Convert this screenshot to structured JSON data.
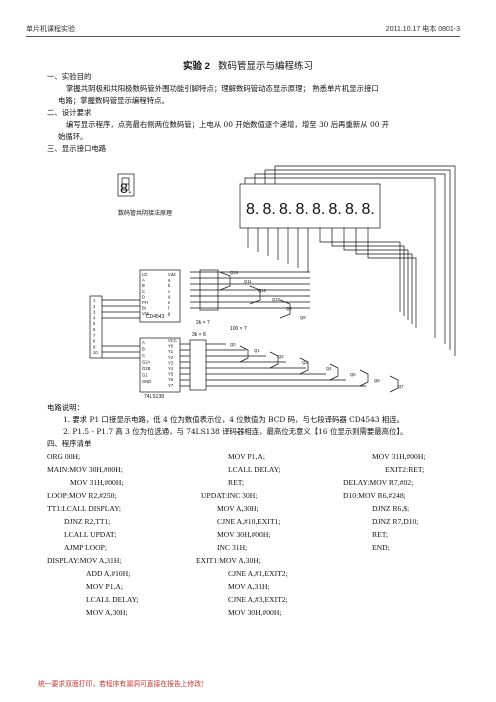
{
  "header": {
    "left": "单片机课程实验",
    "right": "2011.10.17    电本 0801-3"
  },
  "title": {
    "number": "实验 2",
    "text": "数码管显示与编程练习"
  },
  "sections": {
    "s1": "一、实验目的",
    "s1_line1": "掌握共阴极和共阳极数码管外围功能引脚特点；理解数码管动态显示原理；  熟悉单片机显示接口",
    "s1_line2": "电路；掌握数码管显示编程特点。",
    "s2": "二、设计要求",
    "s2_line1": "编写显示程序，点亮最右侧两位数码管；上电从 00 开始数值逐个递增，增至 30 后再重新从 00 开",
    "s2_line2": "始循环。",
    "s3": "三、显示接口电路",
    "circuit_note": "电路说明：",
    "note1": "1.  要求 P1 口接显示电路，低 4 位为数值表示位，4 位数值为 BCD 码，与七段译码器 CD4543 相连。",
    "note2": "2.  P1.5 - P1.7 高 3 位为位选通，与 74LS138 译码器相连，最高位无意义【16 位显示则需要最高位】。",
    "s4": "四、程序清单"
  },
  "schematic": {
    "caption": "数码管共阴接法原理",
    "chip1": "CD4543",
    "chip2": "74LS138",
    "pins1": [
      "LD",
      "A",
      "B",
      "C",
      "D",
      "PH",
      "BI",
      "Vss"
    ],
    "pins1r": [
      "Vdd",
      "a",
      "b",
      "c",
      "d",
      "e",
      "f",
      "g"
    ],
    "pins2": [
      "A",
      "B",
      "C",
      "G2A",
      "G2B",
      "G1",
      "GND"
    ],
    "pins2r": [
      "VCC",
      "Y0",
      "Y1",
      "Y2",
      "Y3",
      "Y4",
      "Y5",
      "Y6",
      "Y7"
    ],
    "res1": "2k × 7",
    "res2": "3k × 8",
    "res3": "100 × 7",
    "q_top": [
      "Q16",
      "Q11",
      "Q12",
      "Q10",
      "Q9",
      "Q8"
    ],
    "q_bot": [
      "Q0",
      "Q1",
      "Q2",
      "Q3",
      "Q4",
      "Q5",
      "Q6",
      "Q7"
    ],
    "port_nums": [
      "1",
      "2",
      "3",
      "4",
      "5",
      "6",
      "7",
      "8",
      "9",
      "10"
    ]
  },
  "code": {
    "col1": [
      "ORG 00H;",
      "MAIN:MOV 30H,#00H;",
      "MOV 31H,#00H;",
      "LOOP:MOV R2,#250;",
      "TT1:LCALL DISPLAY;",
      "DJNZ R2,TT1;",
      "LCALL UPDAT;",
      "AJMP LOOP;",
      "DISPLAY:MOV A,31H;",
      "ADD A,#10H;",
      "MOV P1,A;",
      "LCALL DELAY;",
      "MOV A,30H;"
    ],
    "col2": [
      "MOV P1,A;",
      "LCALL DELAY;",
      "RET;",
      "UPDAT:INC 30H;",
      "MOV A,30H;",
      "CJNE A,#10,EXIT1;",
      "MOV 30H,#00H;",
      "INC 31H;",
      "EXIT1:MOV A,30H;",
      "CJNE A,#1,EXIT2;",
      "MOV A,31H;",
      "CJNE A,#3,EXIT2;",
      "MOV 30H,#00H;"
    ],
    "col3": [
      "MOV 31H,#00H;",
      "EXIT2:RET;",
      "DELAY:MOV R7,#02;",
      "D10:MOV R6,#248;",
      "DJNZ R6,$;",
      "DJNZ R7,D10;",
      "RET;",
      "END;"
    ]
  },
  "footer": "统一要求双面打印，若程序有漏洞可直接在报告上修改！"
}
